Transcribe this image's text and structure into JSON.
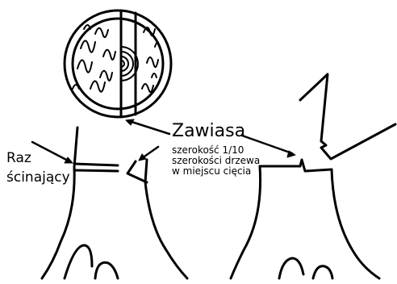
{
  "labels": {
    "hinge": "Zawiasa",
    "cut_line1": "Raz",
    "cut_line2": "ścinający",
    "hinge_width": [
      "szerokość 1/10",
      "szerokości drzewa",
      "w miejscu cięcia"
    ]
  },
  "colors": {
    "stroke": "#000000",
    "background": "#ffffff"
  }
}
